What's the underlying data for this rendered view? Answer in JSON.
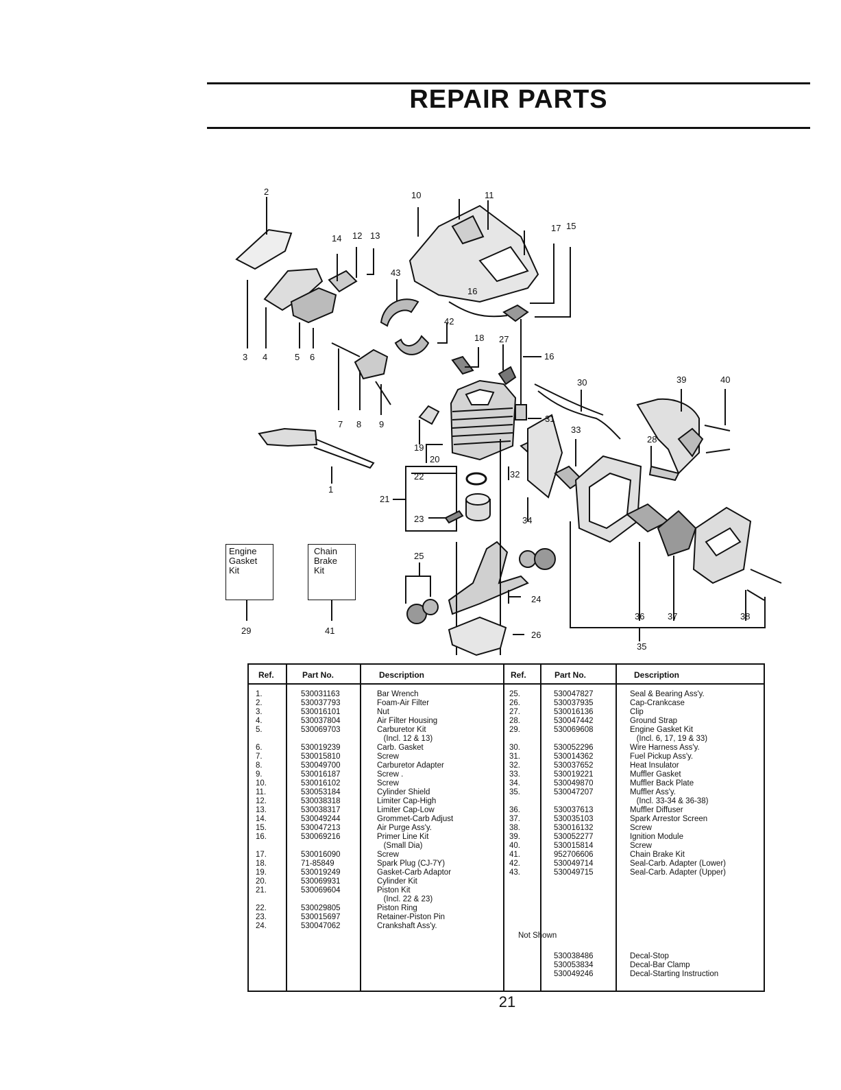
{
  "page": {
    "title": "REPAIR PARTS",
    "page_number": "21"
  },
  "kits": {
    "engine_gasket": "Engine\nGasket\nKit",
    "chain_brake": "Chain\nBrake\nKit"
  },
  "callouts": {
    "c1": "1",
    "c2": "2",
    "c3": "3",
    "c4": "4",
    "c5": "5",
    "c6": "6",
    "c7": "7",
    "c8": "8",
    "c9": "9",
    "c10": "10",
    "c11": "11",
    "c12": "12",
    "c13": "13",
    "c14": "14",
    "c15": "15",
    "c16a": "16",
    "c16b": "16",
    "c17": "17",
    "c18": "18",
    "c19": "19",
    "c20": "20",
    "c21": "21",
    "c22": "22",
    "c23": "23",
    "c24": "24",
    "c25": "25",
    "c26": "26",
    "c27": "27",
    "c28": "28",
    "c29": "29",
    "c30": "30",
    "c31": "31",
    "c32": "32",
    "c33": "33",
    "c34": "34",
    "c35": "35",
    "c36": "36",
    "c37": "37",
    "c38": "38",
    "c39": "39",
    "c40": "40",
    "c41": "41",
    "c42": "42",
    "c43": "43"
  },
  "table": {
    "headers": {
      "ref": "Ref.",
      "part_no": "Part No.",
      "description": "Description"
    },
    "left_refs": "1.\n2.\n3.\n4.\n5.\n\n6.\n7.\n8.\n9.\n10.\n11.\n12.\n13.\n14.\n15.\n16.\n\n17.\n18.\n19.\n20.\n21.\n\n22.\n23.\n24.",
    "left_parts": "530031163\n530037793\n530016101\n530037804\n530069703\n\n530019239\n530015810\n530049700\n530016187\n530016102\n530053184\n530038318\n530038317\n530049244\n530047213\n530069216\n\n530016090\n71-85849\n530019249\n530069931\n530069604\n\n530029805\n530015697\n530047062",
    "left_desc": "Bar Wrench\nFoam-Air Filter\nNut\nAir Filter Housing\nCarburetor Kit\n   (Incl. 12 & 13)\nCarb. Gasket\nScrew\nCarburetor Adapter\nScrew .\nScrew\nCylinder Shield\nLimiter Cap-High\nLimiter Cap-Low\nGrommet-Carb Adjust\nAir Purge Ass'y.\nPrimer Line Kit\n   (Small Dia)\nScrew\nSpark Plug (CJ-7Y)\nGasket-Carb Adaptor\nCylinder Kit\nPiston Kit\n   (Incl. 22 & 23)\nPiston Ring\nRetainer-Piston Pin\nCrankshaft Ass'y.",
    "right_refs": "25.\n26.\n27.\n28.\n29.\n\n30.\n31.\n32.\n33.\n34.\n35.\n\n36.\n37.\n38.\n39.\n40.\n41.\n42.\n43.",
    "right_parts": "530047827\n530037935\n530016136\n530047442\n530069608\n\n530052296\n530014362\n530037652\n530019221\n530049870\n530047207\n\n530037613\n530035103\n530016132\n530052277\n530015814\n952706606\n530049714\n530049715",
    "right_desc": "Seal & Bearing Ass'y.\nCap-Crankcase\nClip\nGround Strap\nEngine Gasket Kit\n   (Incl. 6, 17, 19 & 33)\nWire Harness Ass'y.\nFuel Pickup Ass'y.\nHeat Insulator\nMuffler Gasket\nMuffler Back Plate\nMuffler Ass'y.\n   (Incl. 33-34 & 36-38)\nMuffler Diffuser\nSpark Arrestor Screen\nScrew\nIgnition Module\nScrew\nChain Brake Kit\nSeal-Carb. Adapter (Lower)\nSeal-Carb. Adapter (Upper)",
    "not_shown_label": "Not Shown",
    "not_shown_parts": "530038486\n530053834\n530049246",
    "not_shown_desc": "Decal-Stop\nDecal-Bar Clamp\nDecal-Starting Instruction"
  }
}
